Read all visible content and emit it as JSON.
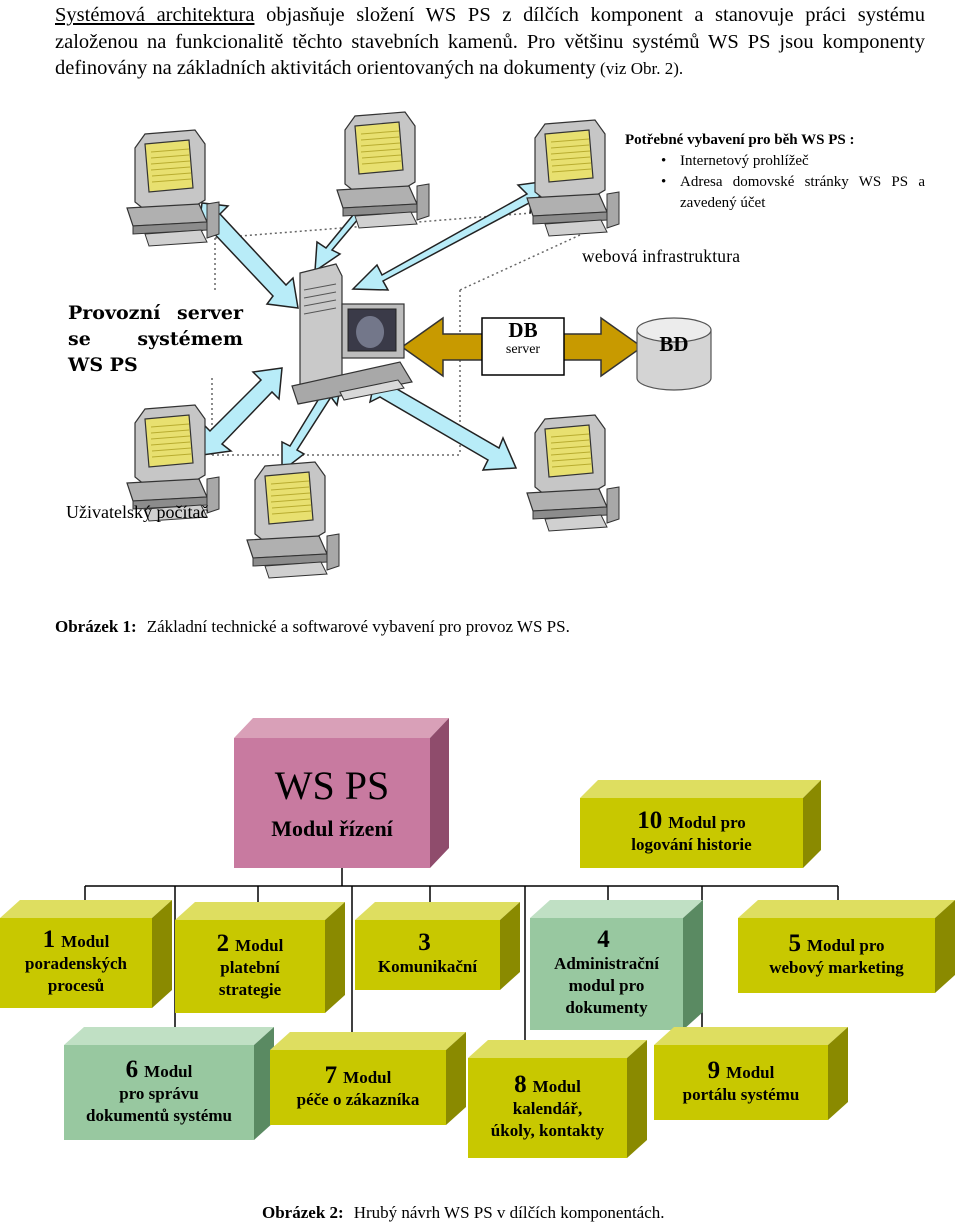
{
  "intro": {
    "link": "Systémová architektura",
    "text": " objasňuje složení WS PS z dílčích komponent a stanovuje práci systému založenou na funkcionalitě těchto stavebních kamenů. Pro většinu systémů WS PS jsou komponenty definovány na základních aktivitách orientovaných na dokumenty",
    "ref": " (viz Obr. 2)."
  },
  "fig1": {
    "requirements_title": "Potřebné vybavení pro běh WS PS :",
    "requirements": [
      "Internetový prohlížeč",
      "Adresa domovské stránky WS PS a zavedený účet"
    ],
    "web_infra": "webová  infrastruktura",
    "server_label": "Provozní  server se systémem WS PS",
    "db_title": "DB",
    "db_sub": "server",
    "bd": "BD",
    "user_pc": "Uživatelský počítač",
    "caption_label": "Obrázek 1:",
    "caption_text": "Základní technické a softwarové vybavení pro provoz WS PS."
  },
  "fig2": {
    "main_title": "WS  PS",
    "main_sub": "Modul řízení",
    "m10_num": "10",
    "m10_a": "Modul pro",
    "m10_b": "logování historie",
    "m1_num": "1",
    "m1_a": "Modul",
    "m1_b": "poradenských",
    "m1_c": "procesů",
    "m2_num": "2",
    "m2_a": "Modul",
    "m2_b": "platební",
    "m2_c": "strategie",
    "m3_num": "3",
    "m3_b": "Komunikační",
    "m4_num": "4",
    "m4_b": "Administrační",
    "m4_c": "modul pro",
    "m4_d": "dokumenty",
    "m5_num": "5",
    "m5_a": "Modul pro",
    "m5_b": "webový marketing",
    "m6_num": "6",
    "m6_a": "Modul",
    "m6_b": "pro správu",
    "m6_c": "dokumentů systému",
    "m7_num": "7",
    "m7_a": "Modul",
    "m7_b": "péče o zákazníka",
    "m8_num": "8",
    "m8_a": "Modul",
    "m8_b": "kalendář,",
    "m8_c": "úkoly, kontakty",
    "m9_num": "9",
    "m9_a": "Modul",
    "m9_b": "portálu systému",
    "caption_label": "Obrázek 2:",
    "caption_text": "Hrubý návrh WS PS v dílčích komponentách."
  },
  "colors": {
    "yellow": "#c8c800",
    "green": "#98c8a0",
    "pink": "#c87aa0",
    "arrow": "#b8ecf8",
    "dbarrow": "#c89a00"
  }
}
